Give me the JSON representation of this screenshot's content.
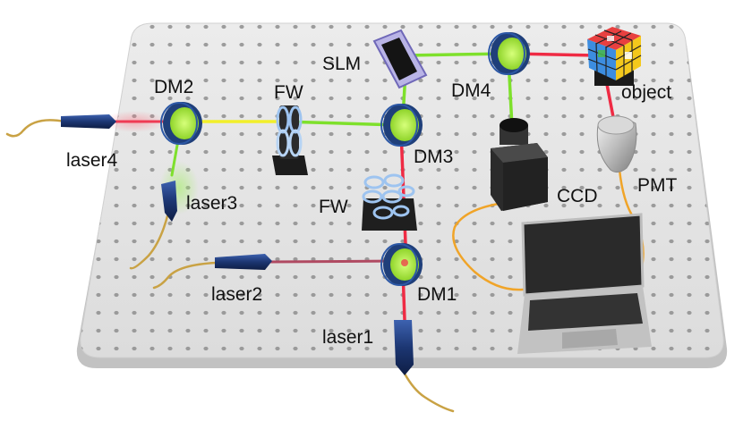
{
  "labels": {
    "slm": "SLM",
    "dm2": "DM2",
    "fw_top": "FW",
    "dm4": "DM4",
    "object": "object",
    "laser4": "laser4",
    "dm3": "DM3",
    "fw_mid": "FW",
    "ccd": "CCD",
    "pmt": "PMT",
    "laser3": "laser3",
    "laser2": "laser2",
    "dm1": "DM1",
    "laser1": "laser1"
  },
  "colors": {
    "table_top": "#e6e6e6",
    "table_edge": "#bdbdbd",
    "hole": "#8a8a8a",
    "beam_red": "#e8203a",
    "beam_green": "#7fe02c",
    "beam_yellow": "#f2f22a",
    "beam_dark_red": "#b24860",
    "lens_green": "#aee83c",
    "mount_blue": "#1f3f7a",
    "fiber": "#d4aa44",
    "cable_orange": "#f0a020",
    "laptop_dark": "#2a2a2a",
    "laptop_silver": "#b9b9b9"
  },
  "icons": {
    "laser": "laser-head-icon",
    "mirror": "dichroic-mirror-icon",
    "filter_wheel": "filter-wheel-icon",
    "slm": "spatial-light-modulator-icon",
    "camera": "ccd-camera-icon",
    "detector": "photomultiplier-tube-icon",
    "object": "rubiks-cube-object-icon",
    "computer": "laptop-icon"
  }
}
